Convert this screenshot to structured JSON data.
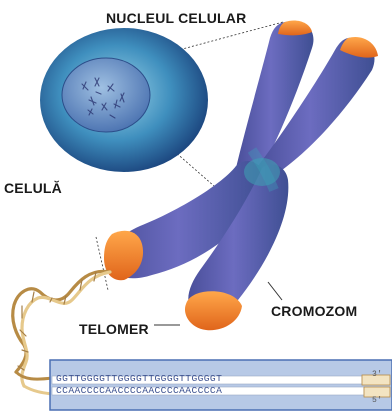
{
  "labels": {
    "nucleus": "NUCLEUL CELULAR",
    "cell": "CELULĂ",
    "telomere": "TELOMER",
    "chromosome": "CROMOZOM"
  },
  "dna": {
    "top_strand": "GGTTGGGGTTGGGGTTGGGGTTGGGGT",
    "bottom_strand": "CCAACCCCAACCCCAACCCCAACCCCA",
    "top_end": "3'",
    "bottom_end": "5'"
  },
  "colors": {
    "chromosome": "#5a5fae",
    "chromosome_center": "#3e9ab3",
    "telomere_cap": "#f08a2c",
    "cell_outer": "#1f6f9e",
    "dna_box": "#b7c9e6",
    "dna_border": "#4a6fb3",
    "helix": "#c8a46a"
  }
}
